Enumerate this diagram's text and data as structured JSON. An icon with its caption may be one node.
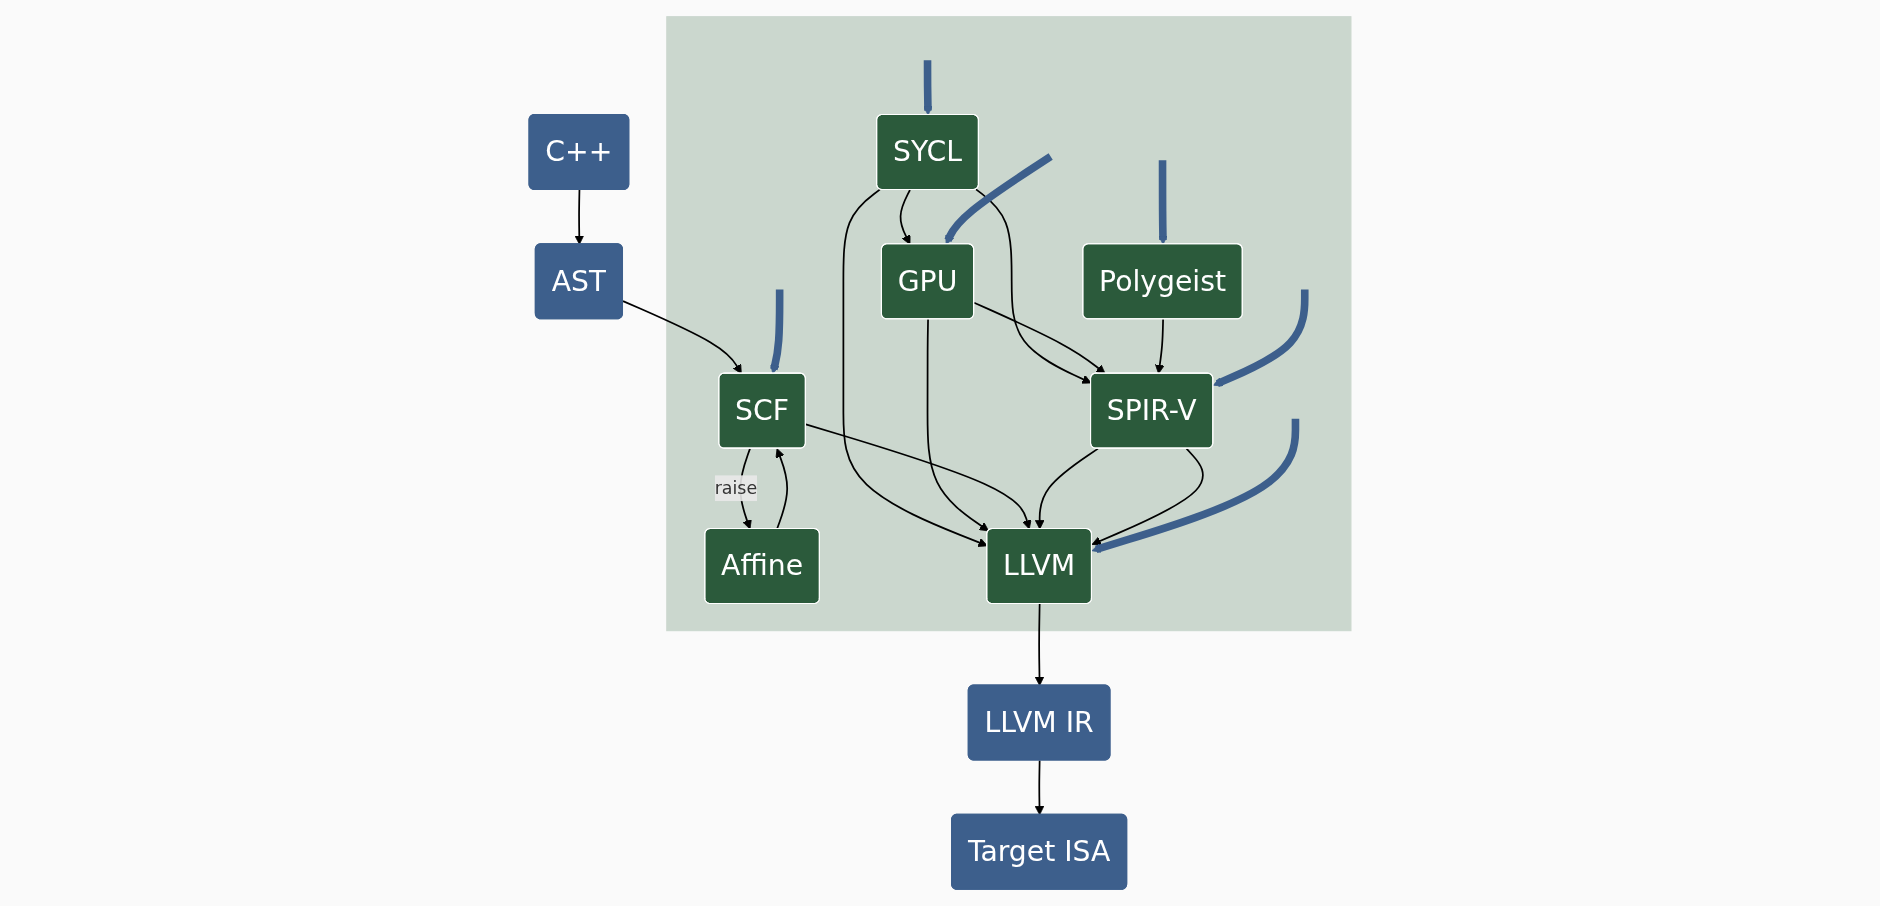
{
  "diagram": {
    "nodes": [
      {
        "text": [
          "C++"
        ]
      },
      {
        "text": [
          "AST"
        ]
      },
      {
        "text": [],
        "shape": "box"
      },
      {
        "text": [
          "SYCL"
        ],
        "in": 2
      },
      {
        "text": [
          "SCF"
        ],
        "in": 2
      },
      {
        "text": [
          "Affine"
        ],
        "in": 2
      },
      {
        "text": [
          "GPU"
        ],
        "in": 2
      },
      {
        "text": [
          "Polygeist"
        ],
        "in": 2
      },
      {
        "text": [
          "SPIR-V"
        ],
        "in": 2
      },
      {
        "text": [
          "LLVM"
        ],
        "in": 2
      },
      {
        "text": [
          "LLVM IR"
        ]
      },
      {
        "text": [
          "Target ISA"
        ]
      }
    ],
    "edges": [
      {
        "from": 0,
        "to": 1,
        "arrow": "to"
      },
      {
        "from": 1,
        "to": 4,
        "arrow": "to"
      },
      {
        "from": 3,
        "to": 6,
        "arrow": "to"
      },
      {
        "from": 3,
        "to": 8,
        "arrow": "to"
      },
      {
        "from": 3,
        "to": 9,
        "arrow": "to"
      },
      {
        "from": 6,
        "to": 8,
        "arrow": "to"
      },
      {
        "from": 6,
        "to": 9,
        "arrow": "to"
      },
      {
        "from": 7,
        "to": 8,
        "arrow": "to"
      },
      {
        "from": 4,
        "to": 5,
        "arrow": "to",
        "label": "raise"
      },
      {
        "from": 5,
        "to": 4,
        "arrow": "to"
      },
      {
        "from": 4,
        "to": 9,
        "arrow": "to"
      },
      {
        "from": 8,
        "to": 9,
        "arrow": "to"
      },
      {
        "from": 8,
        "to": 9,
        "arrow": "to"
      },
      {
        "from": 9,
        "to": 10,
        "arrow": "to"
      },
      {
        "from": 10,
        "to": 11,
        "arrow": "to"
      },
      {
        "from": null,
        "to": 3,
        "arrow": "to",
        "style": "thick",
        "color": "#3d5f8c"
      },
      {
        "from": null,
        "to": 6,
        "arrow": "to",
        "style": "thick",
        "color": "#3d5f8c"
      },
      {
        "from": null,
        "to": 7,
        "arrow": "to",
        "style": "thick",
        "color": "#3d5f8c"
      },
      {
        "from": null,
        "to": 4,
        "arrow": "to",
        "style": "thick",
        "color": "#3d5f8c"
      },
      {
        "from": null,
        "to": 8,
        "arrow": "to",
        "style": "thick",
        "color": "#3d5f8c"
      },
      {
        "from": null,
        "to": 9,
        "arrow": "to",
        "style": "thick",
        "color": "#3d5f8c"
      }
    ]
  }
}
